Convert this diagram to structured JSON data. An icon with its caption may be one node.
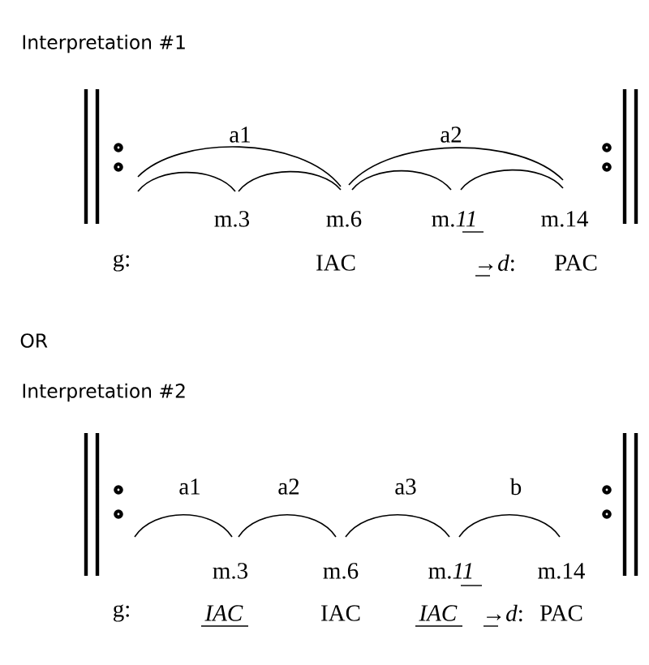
{
  "diagram": {
    "labels": [
      "Interpretation #1",
      "a1",
      "a2",
      "m.3",
      "m.6",
      "m.*11*",
      "m.14",
      "g:",
      "IAC",
      "→*d*:",
      "PAC",
      "OR",
      "Interpretation #2",
      "a1",
      "a2",
      "a3",
      "b",
      "m.3",
      "m.6",
      "m.*11*",
      "m.14",
      "g:",
      "*IAC*",
      "IAC",
      "*IAC*",
      "→*d*:",
      "PAC"
    ]
  }
}
